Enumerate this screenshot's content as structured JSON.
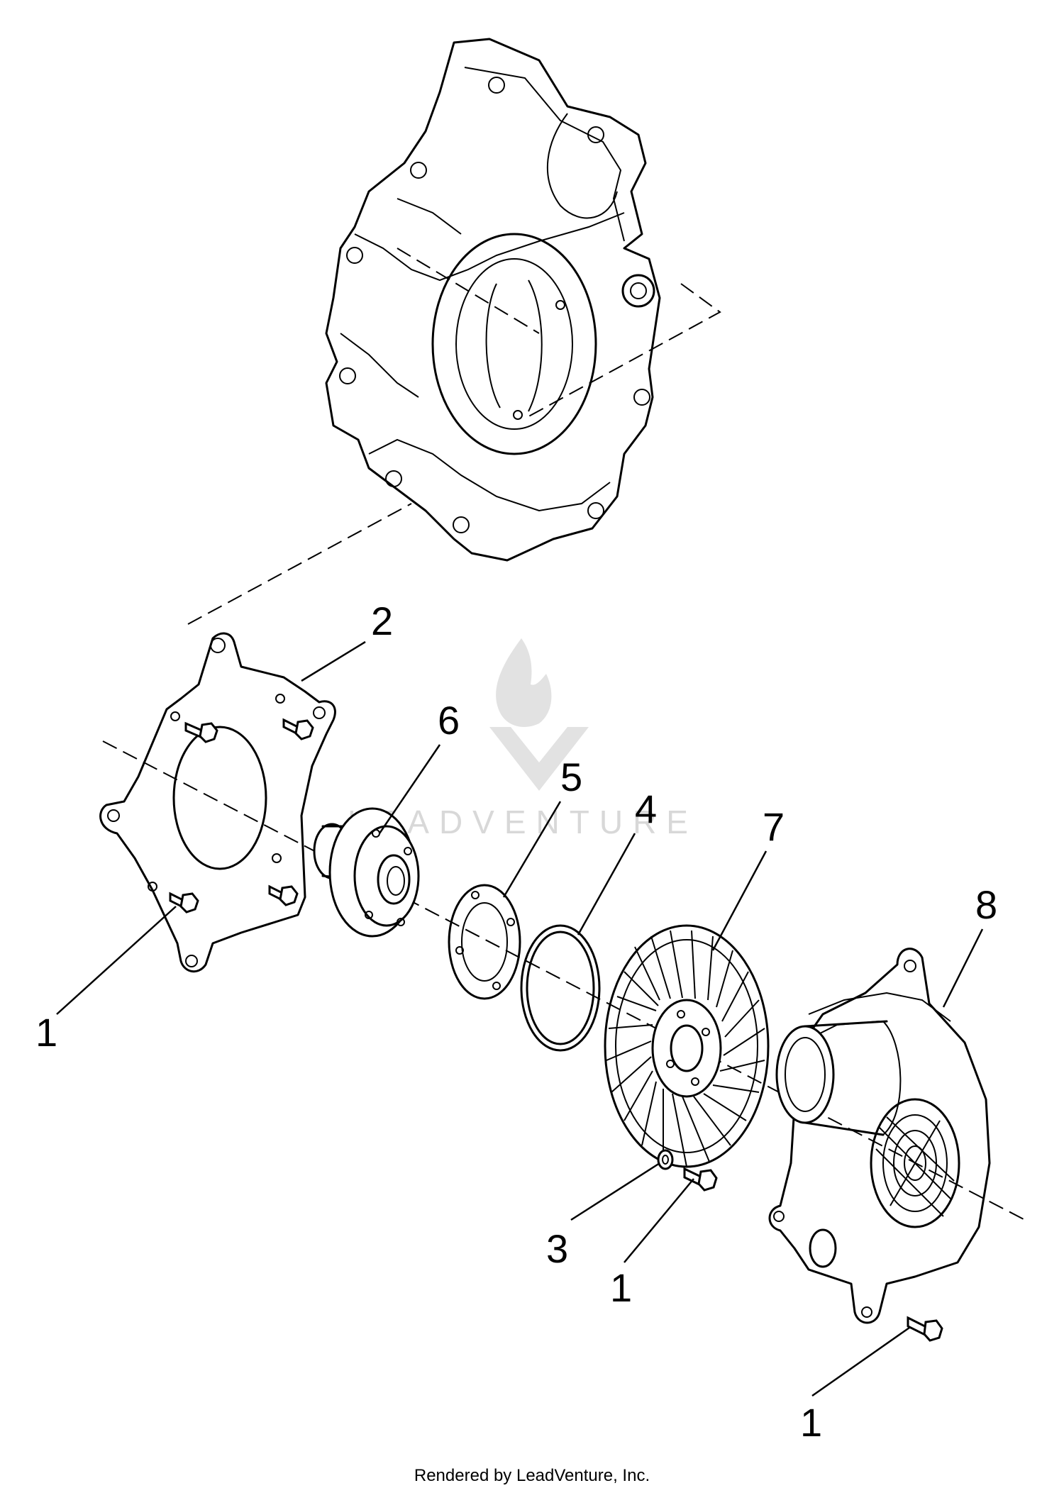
{
  "watermark": {
    "text": "LEADVENTURE"
  },
  "footer": {
    "text": "Rendered by LeadVenture, Inc."
  },
  "callouts": [
    {
      "id": "c2",
      "label": "2"
    },
    {
      "id": "c6",
      "label": "6"
    },
    {
      "id": "c5",
      "label": "5"
    },
    {
      "id": "c4",
      "label": "4"
    },
    {
      "id": "c7",
      "label": "7"
    },
    {
      "id": "c8",
      "label": "8"
    },
    {
      "id": "c1a",
      "label": "1"
    },
    {
      "id": "c3",
      "label": "3"
    },
    {
      "id": "c1b",
      "label": "1"
    },
    {
      "id": "c1c",
      "label": "1"
    }
  ]
}
